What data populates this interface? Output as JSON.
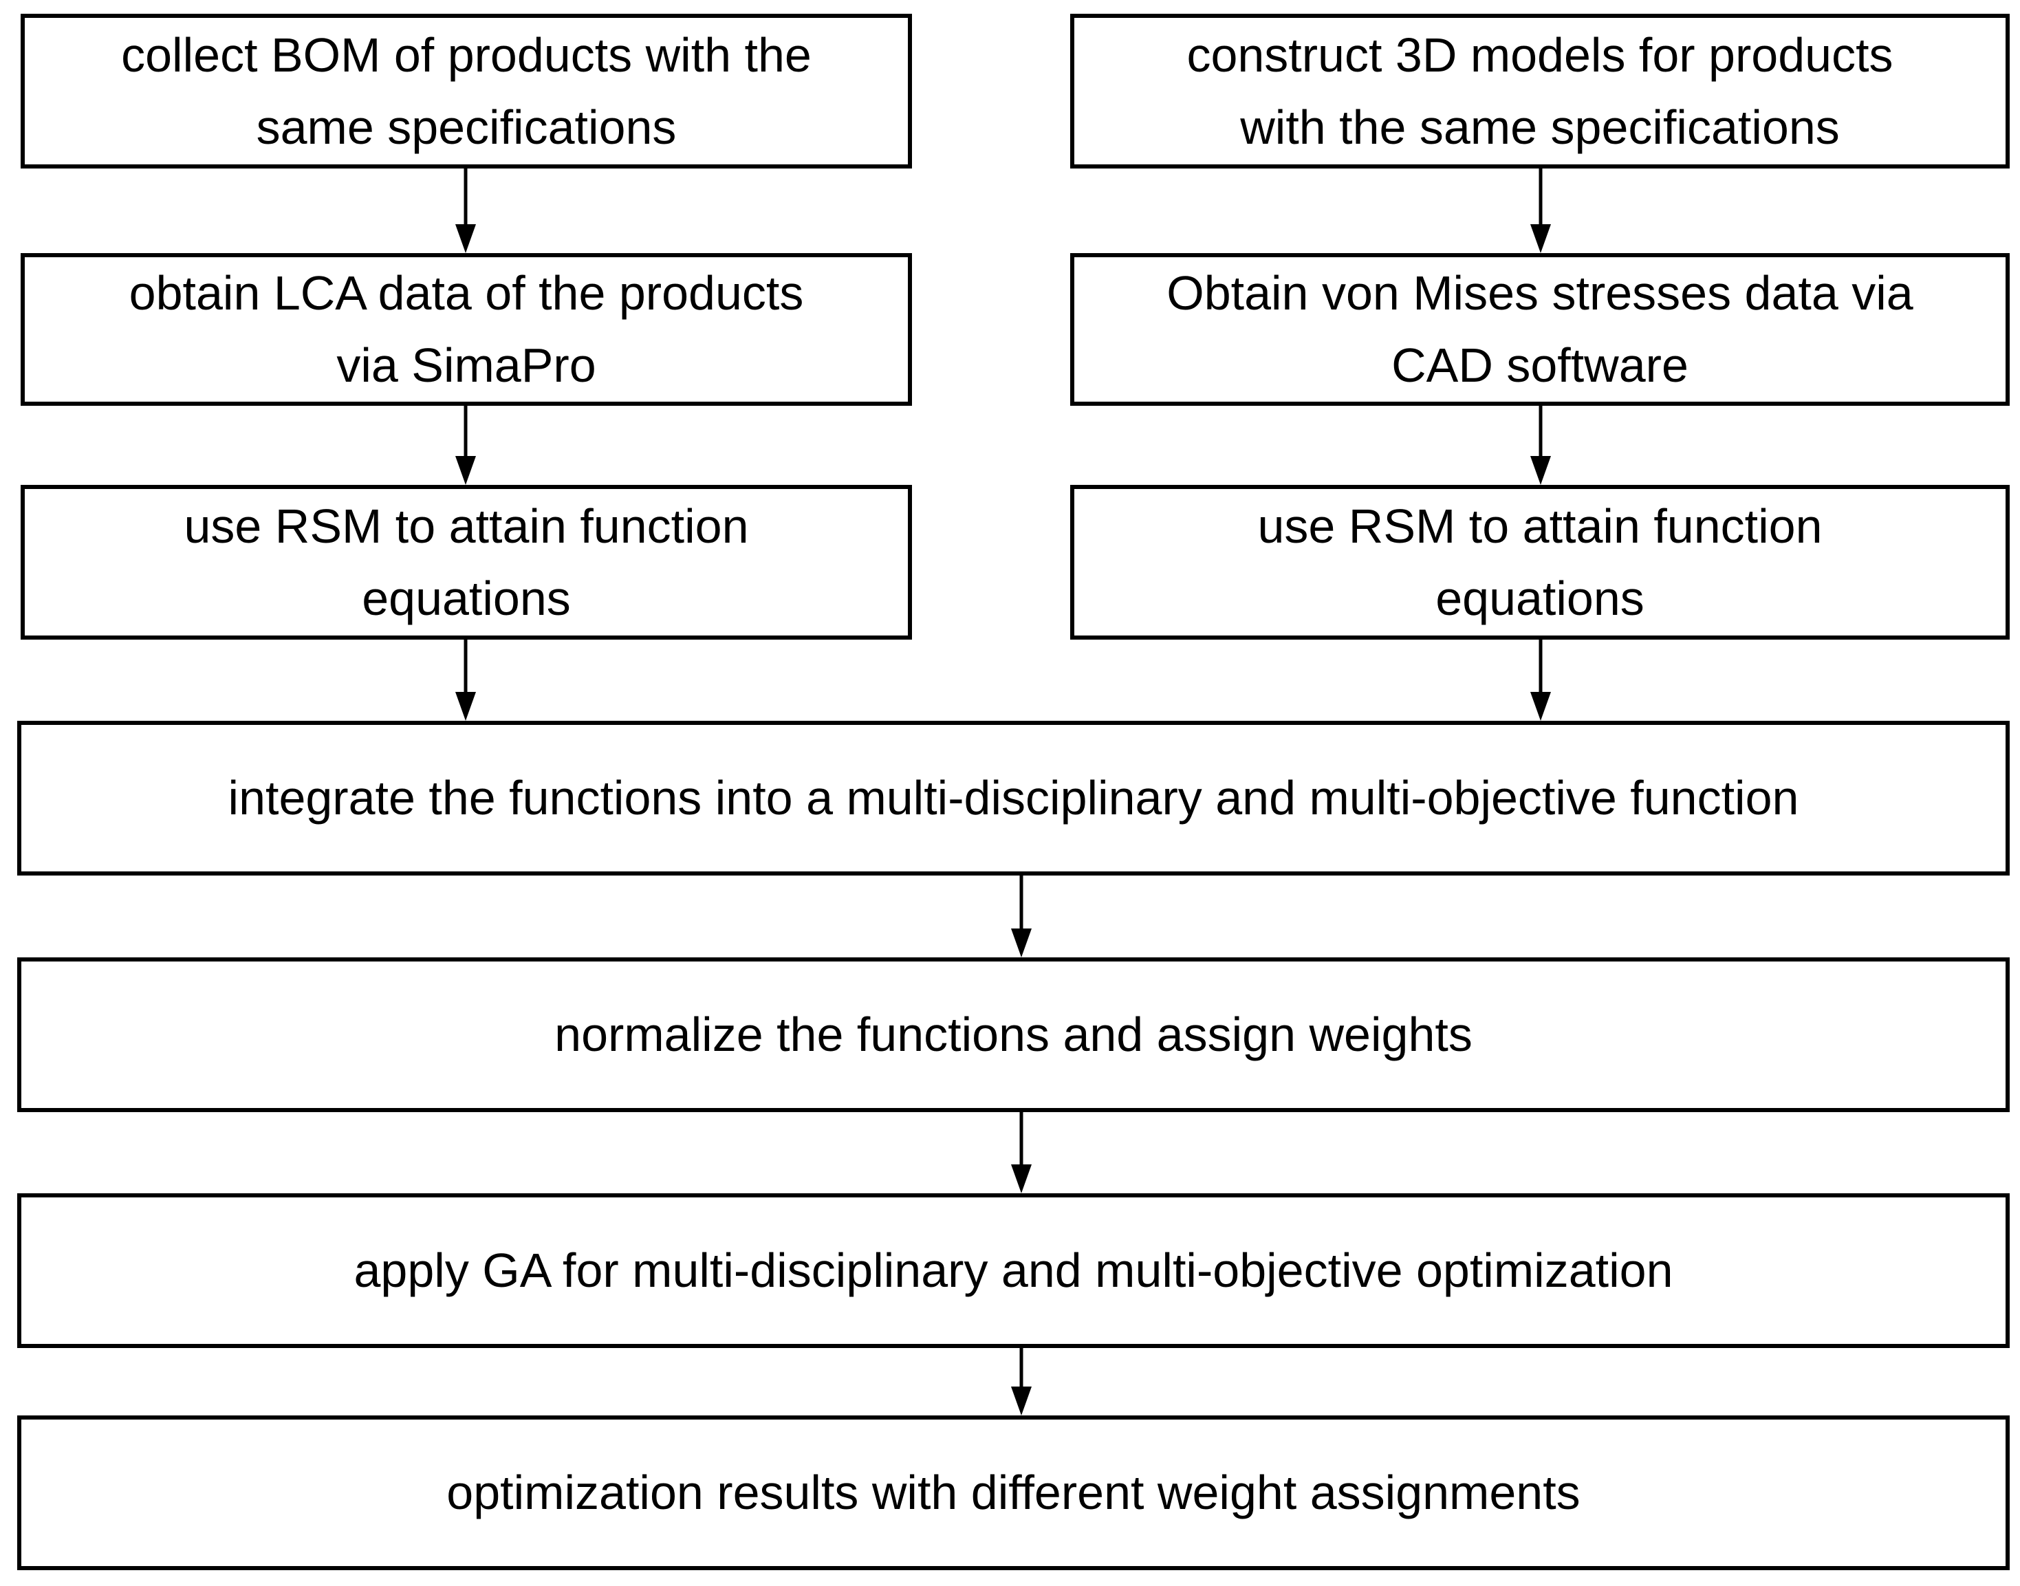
{
  "colors": {
    "background": "#ffffff",
    "box_border": "#000000",
    "box_fill": "#ffffff",
    "text": "#000000",
    "arrow": "#000000"
  },
  "flowchart": {
    "left_column": [
      {
        "label": "collect BOM of products with the\nsame specifications"
      },
      {
        "label": "obtain LCA data of the products\nvia SimaPro"
      },
      {
        "label": "use RSM to attain function\nequations"
      }
    ],
    "right_column": [
      {
        "label": "construct 3D models for products\nwith the same specifications"
      },
      {
        "label": "Obtain von Mises stresses data via\nCAD software"
      },
      {
        "label": "use RSM to attain function\nequations"
      }
    ],
    "merged_column": [
      {
        "label": "integrate the functions into a multi-disciplinary and multi-objective function"
      },
      {
        "label": "normalize the functions and assign weights"
      },
      {
        "label": "apply GA for multi-disciplinary and multi-objective optimization"
      },
      {
        "label": "optimization results with different weight assignments"
      }
    ]
  }
}
